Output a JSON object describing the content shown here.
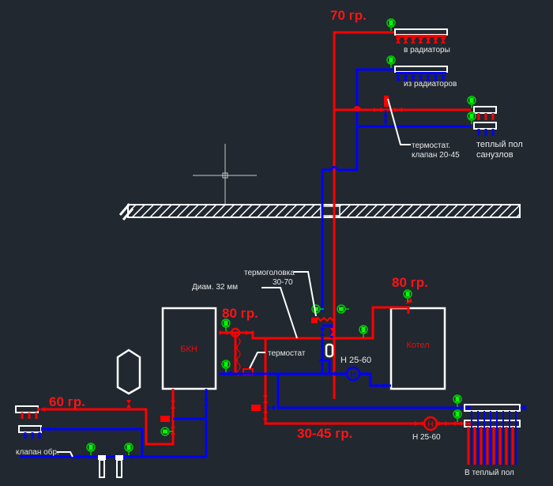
{
  "diagram": {
    "title": "Heating system schematic",
    "colors": {
      "background": "#212830",
      "supply_hot": "#ff0000",
      "return_cold": "#0000ff",
      "equipment": "#ffffff",
      "gauge": "#00cc00"
    },
    "temperatures": {
      "radiators_supply": "70 гр.",
      "bkn_supply": "80 гр.",
      "boiler_supply": "80 гр.",
      "left_circuit": "60 гр.",
      "floor_circuit": "30-45 гр."
    },
    "labels": {
      "to_radiators": "в радиаторы",
      "from_radiators": "из радиаторов",
      "thermostat_valve_line1": "термостат.",
      "thermostat_valve_line2": "клапан 20-45",
      "bathroom_floor_line1": "теплый пол",
      "bathroom_floor_line2": "санузлов",
      "thermohead_line1": "термоголовка",
      "thermohead_line2": "30-70",
      "diameter": "Диам. 32 мм",
      "thermostat": "термостат",
      "pump_boiler": "Н 25-60",
      "pump_floor": "Н 25-60",
      "check_valve": "клапан обр.",
      "to_floor": "В теплый пол"
    },
    "equipment": {
      "bkn": "БКН",
      "boiler": "Котел"
    }
  }
}
